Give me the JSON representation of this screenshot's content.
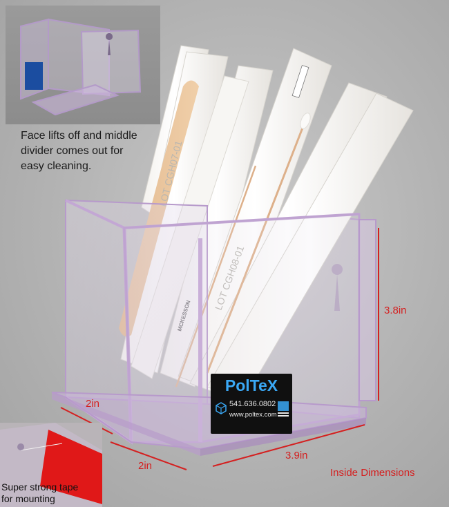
{
  "inset": {
    "caption": "Face lifts off and middle\ndivider comes out for\neasy cleaning."
  },
  "tape": {
    "caption": "Super strong tape\nfor mounting"
  },
  "dimensions": {
    "depth_top": "2in",
    "depth_bottom": "2in",
    "width": "3.9in",
    "height": "3.8in",
    "note": "Inside Dimensions"
  },
  "logo": {
    "brand": "PolTeX",
    "phone": "541.636.0802",
    "website": "www.poltex.com"
  },
  "colors": {
    "dimension_red": "#d42020",
    "logo_blue": "#3aa8f5",
    "acrylic_tint": "#b48cc8"
  }
}
